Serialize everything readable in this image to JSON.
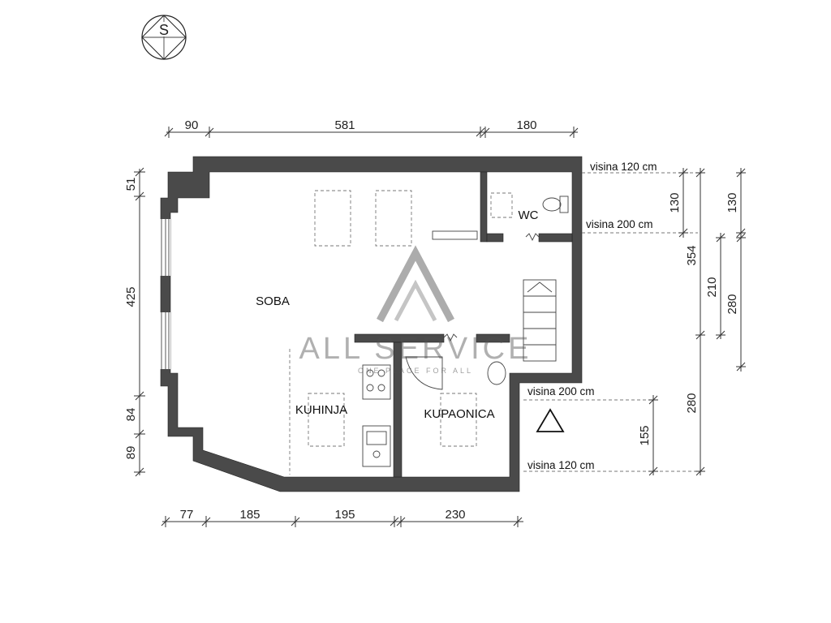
{
  "compass": {
    "letter": "S"
  },
  "rooms": {
    "soba": "SOBA",
    "wc": "WC",
    "kuhinja": "KUHINJA",
    "kupaonica": "KUPAONICA"
  },
  "dimensions": {
    "top": [
      "90",
      "581",
      "180"
    ],
    "bottom": [
      "77",
      "185",
      "195",
      "230"
    ],
    "left": [
      "51",
      "425",
      "84",
      "89"
    ],
    "right_inner": [
      "130",
      "354"
    ],
    "right_mid": [
      "210"
    ],
    "right_outer": [
      "130",
      "280"
    ],
    "right_lower": [
      "155",
      "280"
    ]
  },
  "notes": {
    "height_120_top": "visina 120 cm",
    "height_200_top": "visina 200 cm",
    "height_200_bottom": "visina 200 cm",
    "height_120_bottom": "visina 120 cm"
  },
  "watermark": {
    "brand": "ALL SERVICE",
    "tagline": "ONE PLACE FOR ALL"
  }
}
